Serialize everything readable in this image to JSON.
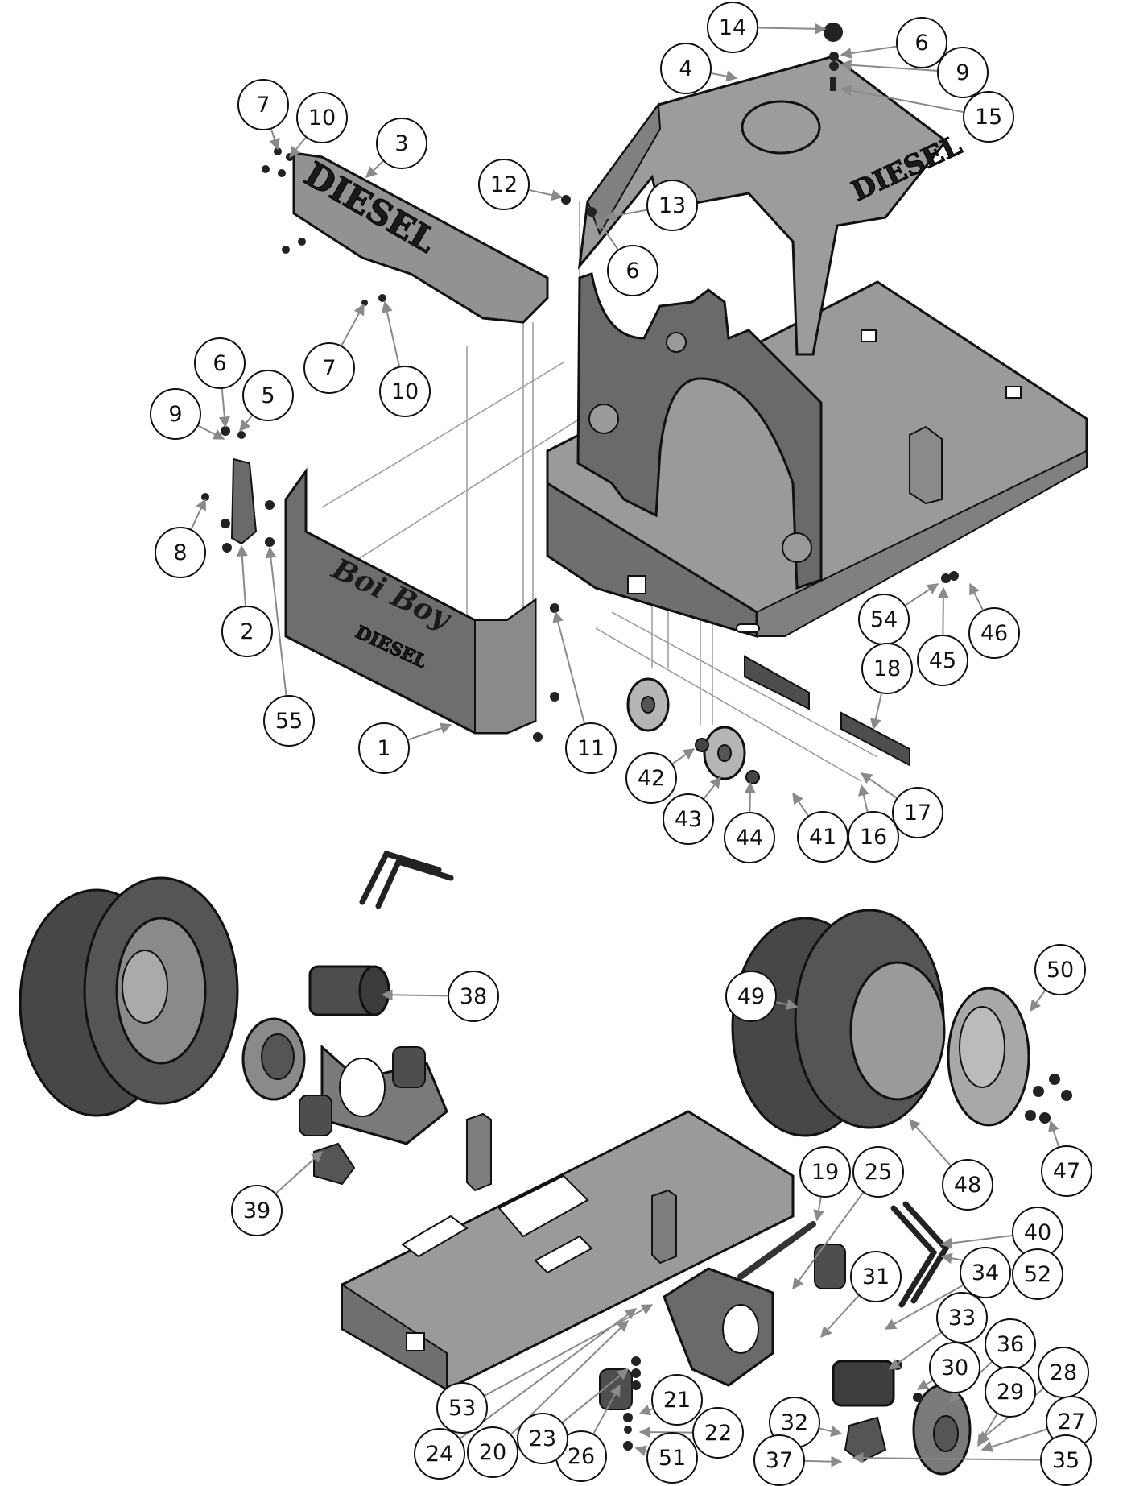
{
  "diagram": {
    "type": "exploded-parts-diagram",
    "brand_marks": {
      "rear_hood": "DIESEL",
      "top_hood": "DIESEL",
      "front_panel_script": "Boi Boy",
      "front_panel_word": "DIESEL"
    },
    "colors": {
      "steel_light": "#9a9a9a",
      "steel_mid": "#7e7e7e",
      "steel_dark": "#5c5c5c",
      "tire": "#4a4a4a",
      "outline": "#111111",
      "leader": "#8a8a8a"
    },
    "callouts": [
      {
        "id": "c14",
        "label": "14"
      },
      {
        "id": "c6a",
        "label": "6"
      },
      {
        "id": "c9a",
        "label": "9"
      },
      {
        "id": "c4",
        "label": "4"
      },
      {
        "id": "c15",
        "label": "15"
      },
      {
        "id": "c7a",
        "label": "7"
      },
      {
        "id": "c10a",
        "label": "10"
      },
      {
        "id": "c3",
        "label": "3"
      },
      {
        "id": "c12",
        "label": "12"
      },
      {
        "id": "c13",
        "label": "13"
      },
      {
        "id": "c6b",
        "label": "6"
      },
      {
        "id": "c7b",
        "label": "7"
      },
      {
        "id": "c10b",
        "label": "10"
      },
      {
        "id": "c6c",
        "label": "6"
      },
      {
        "id": "c5",
        "label": "5"
      },
      {
        "id": "c9b",
        "label": "9"
      },
      {
        "id": "c8",
        "label": "8"
      },
      {
        "id": "c2",
        "label": "2"
      },
      {
        "id": "c55",
        "label": "55"
      },
      {
        "id": "c1",
        "label": "1"
      },
      {
        "id": "c11",
        "label": "11"
      },
      {
        "id": "c54",
        "label": "54"
      },
      {
        "id": "c45",
        "label": "45"
      },
      {
        "id": "c46",
        "label": "46"
      },
      {
        "id": "c18",
        "label": "18"
      },
      {
        "id": "c42",
        "label": "42"
      },
      {
        "id": "c43",
        "label": "43"
      },
      {
        "id": "c44",
        "label": "44"
      },
      {
        "id": "c41",
        "label": "41"
      },
      {
        "id": "c16",
        "label": "16"
      },
      {
        "id": "c17",
        "label": "17"
      },
      {
        "id": "c38",
        "label": "38"
      },
      {
        "id": "c39",
        "label": "39"
      },
      {
        "id": "c49",
        "label": "49"
      },
      {
        "id": "c50",
        "label": "50"
      },
      {
        "id": "c48",
        "label": "48"
      },
      {
        "id": "c47",
        "label": "47"
      },
      {
        "id": "c19",
        "label": "19"
      },
      {
        "id": "c25",
        "label": "25"
      },
      {
        "id": "c40",
        "label": "40"
      },
      {
        "id": "c52",
        "label": "52"
      },
      {
        "id": "c34",
        "label": "34"
      },
      {
        "id": "c31",
        "label": "31"
      },
      {
        "id": "c33",
        "label": "33"
      },
      {
        "id": "c36",
        "label": "36"
      },
      {
        "id": "c30",
        "label": "30"
      },
      {
        "id": "c28",
        "label": "28"
      },
      {
        "id": "c29",
        "label": "29"
      },
      {
        "id": "c27",
        "label": "27"
      },
      {
        "id": "c32",
        "label": "32"
      },
      {
        "id": "c37",
        "label": "37"
      },
      {
        "id": "c35",
        "label": "35"
      },
      {
        "id": "c21",
        "label": "21"
      },
      {
        "id": "c22",
        "label": "22"
      },
      {
        "id": "c51",
        "label": "51"
      },
      {
        "id": "c26",
        "label": "26"
      },
      {
        "id": "c23",
        "label": "23"
      },
      {
        "id": "c20",
        "label": "20"
      },
      {
        "id": "c24",
        "label": "24"
      },
      {
        "id": "c53",
        "label": "53"
      }
    ]
  }
}
